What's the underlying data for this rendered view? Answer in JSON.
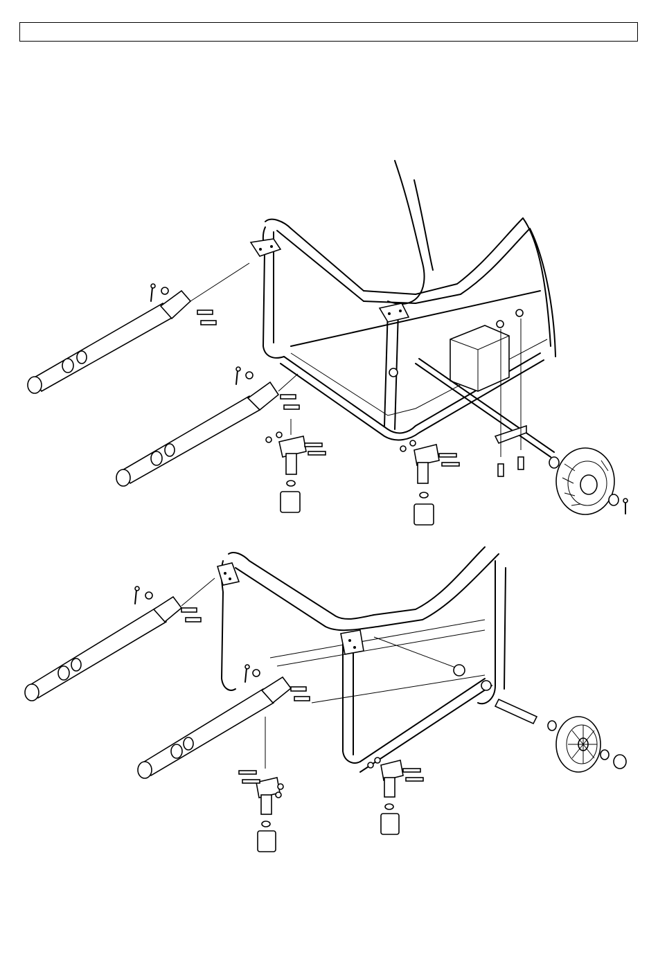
{
  "header": {
    "text": ""
  },
  "figures": [
    {
      "id": "assembly-with-solid-tire",
      "wheel_type": "solid-tread"
    },
    {
      "id": "assembly-with-spoked-wheel",
      "wheel_type": "spoked"
    }
  ]
}
